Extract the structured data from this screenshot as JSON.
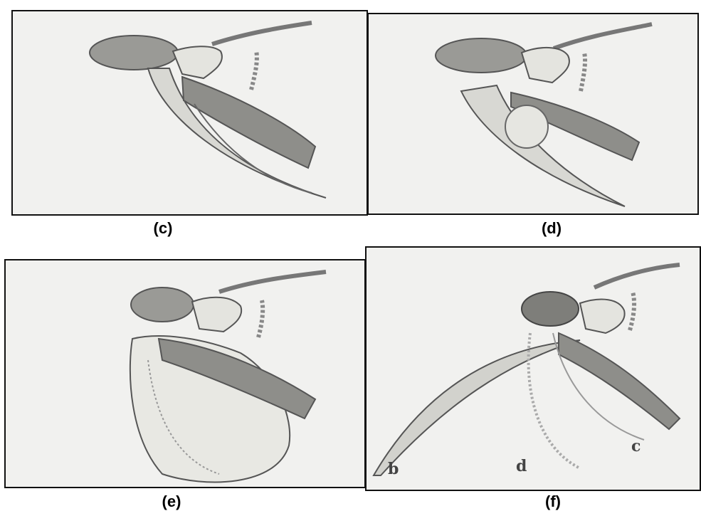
{
  "panels": [
    {
      "id": "c",
      "caption": "(c)"
    },
    {
      "id": "d",
      "caption": "(d)"
    },
    {
      "id": "e",
      "caption": "(e)"
    },
    {
      "id": "f",
      "caption": "(f)",
      "letters": [
        "b",
        "d",
        "c"
      ]
    }
  ],
  "colors": {
    "paper": "#f1f1ef",
    "dark": "#8c8c88",
    "mid": "#bdbdb8",
    "light": "#dcdcd7",
    "ink": "#333333"
  }
}
